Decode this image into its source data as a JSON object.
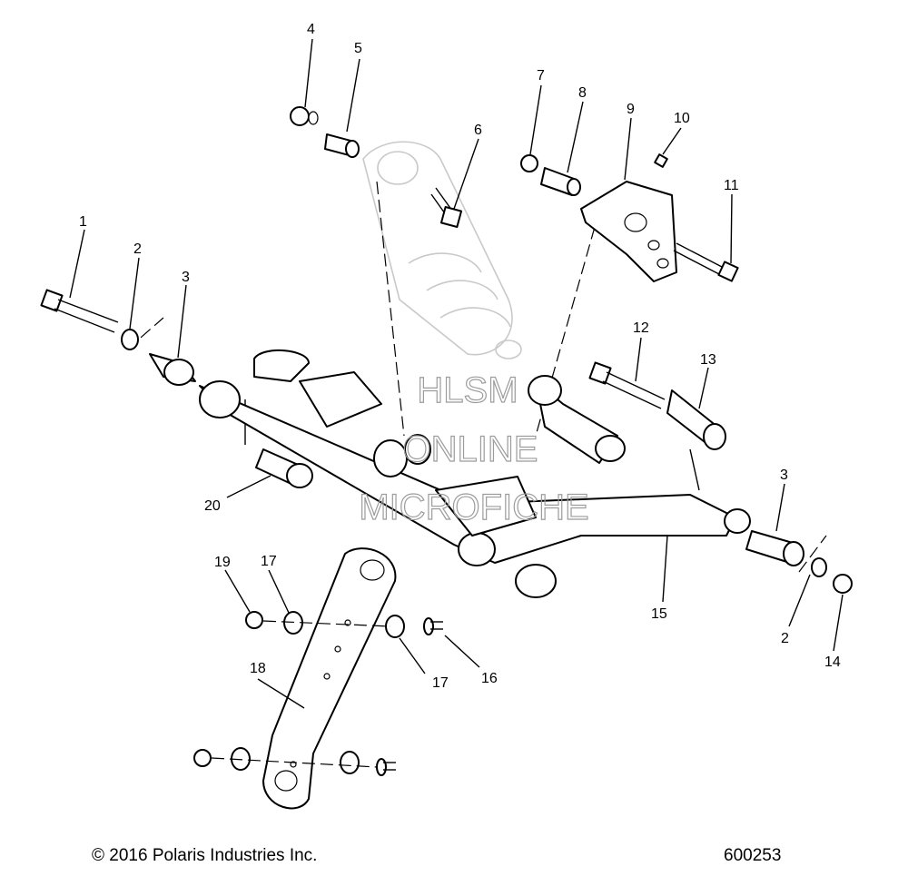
{
  "callouts": {
    "c1": "1",
    "c2a": "2",
    "c3a": "3",
    "c4": "4",
    "c5": "5",
    "c6": "6",
    "c7": "7",
    "c8": "8",
    "c9": "9",
    "c10": "10",
    "c11": "11",
    "c12": "12",
    "c13": "13",
    "c3b": "3",
    "c2b": "2",
    "c14": "14",
    "c15": "15",
    "c16": "16",
    "c17a": "17",
    "c17b": "17",
    "c18": "18",
    "c19": "19",
    "c20": "20"
  },
  "watermark": {
    "line1": "HLSM",
    "line2": "ONLINE",
    "line3": "MICROFICHE"
  },
  "footer": {
    "copyright": "© 2016 Polaris Industries Inc.",
    "drawing_number": "600253"
  }
}
